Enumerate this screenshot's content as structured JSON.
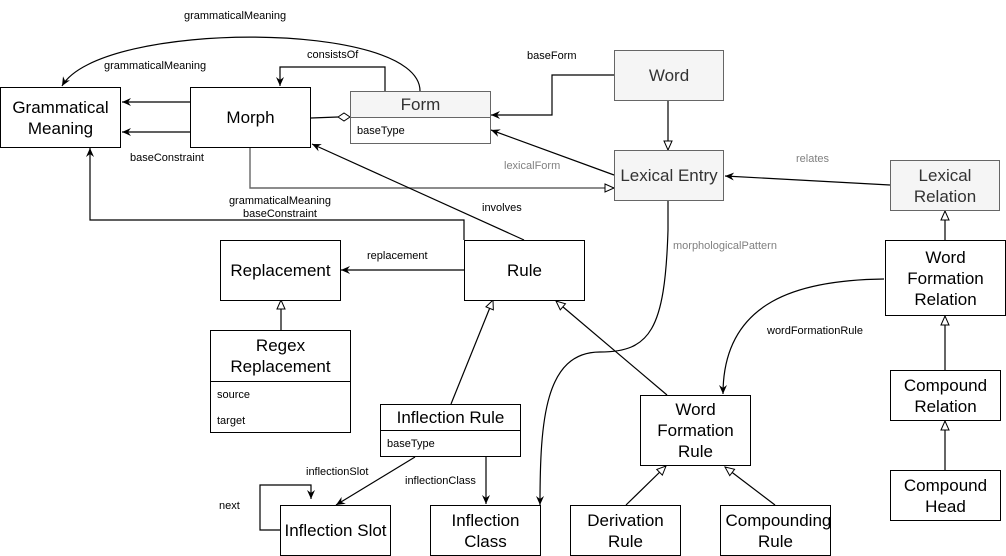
{
  "nodes": {
    "grammatical_meaning": "Grammatical Meaning",
    "morph": "Morph",
    "form": {
      "title": "Form",
      "attributes": [
        "baseType"
      ]
    },
    "word": "Word",
    "lexical_entry": "Lexical Entry",
    "lexical_relation": "Lexical Relation",
    "replacement": "Replacement",
    "rule": "Rule",
    "regex_replacement": {
      "title": "Regex Replacement",
      "attributes": [
        "source",
        "target"
      ]
    },
    "inflection_rule": {
      "title": "Inflection Rule",
      "attributes": [
        "baseType"
      ]
    },
    "word_formation_relation": "Word Formation Relation",
    "word_formation_rule": "Word Formation Rule",
    "compound_relation": "Compound Relation",
    "compound_head": "Compound Head",
    "inflection_slot": "Inflection Slot",
    "inflection_class": "Inflection Class",
    "derivation_rule": "Derivation Rule",
    "compounding_rule": "Compounding Rule"
  },
  "edge_labels": {
    "form_grammatical_meaning": "grammaticalMeaning",
    "morph_grammatical_meaning": "grammaticalMeaning",
    "consists_of": "consistsOf",
    "base_form": "baseForm",
    "base_constraint": "baseConstraint",
    "lexical_form": "lexicalForm",
    "relates": "relates",
    "rule_gm_line1": "grammaticalMeaning",
    "rule_gm_line2": "baseConstraint",
    "involves": "involves",
    "morphological_pattern": "morphologicalPattern",
    "replacement": "replacement",
    "word_formation_rule": "wordFormationRule",
    "inflection_slot": "inflectionSlot",
    "inflection_class": "inflectionClass",
    "next": "next"
  }
}
